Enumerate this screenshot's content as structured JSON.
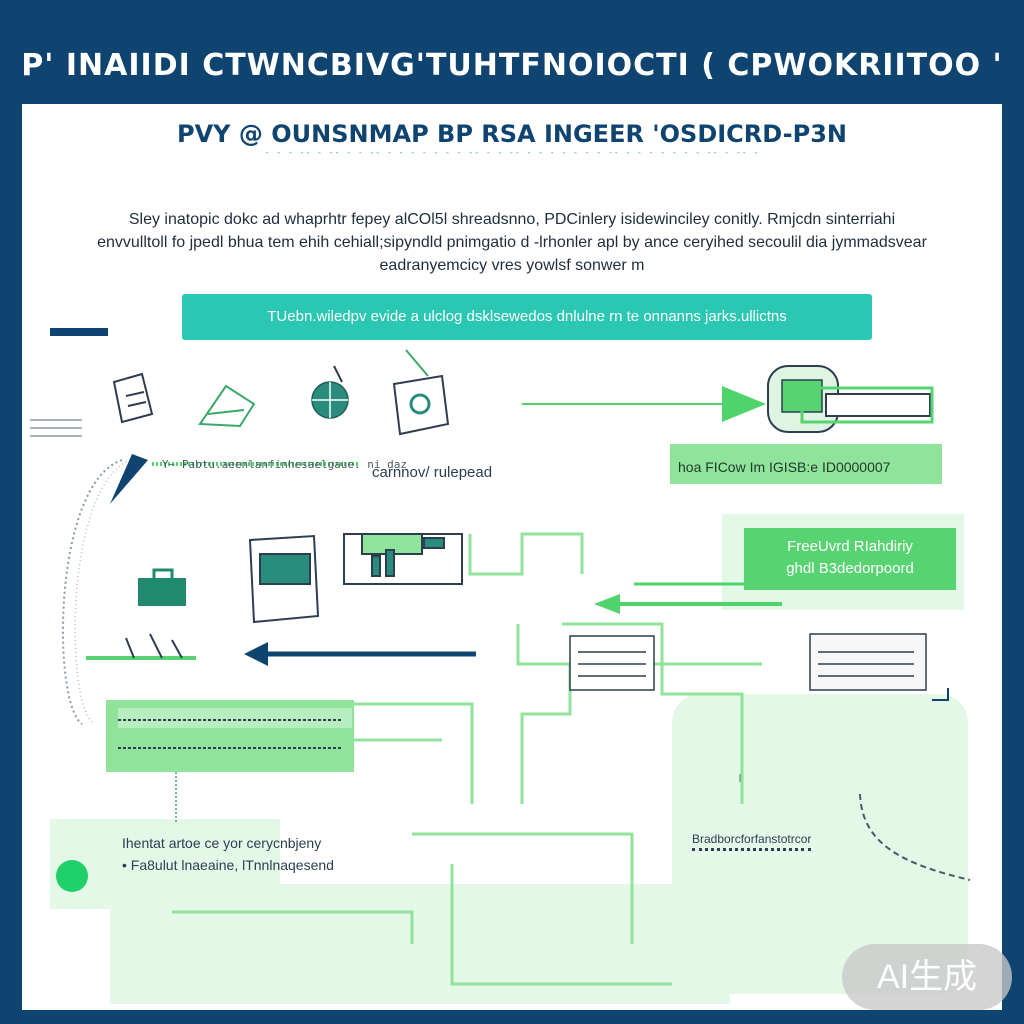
{
  "header": {
    "title": "P' INAIIDI CTWNCBIVG'TUHTFNOIOCTI ( CPWOKRIITOO '"
  },
  "panel": {
    "subtitle": "PVY @ OUNSNMAP BP RSA INGEER 'OSDICRD-P3N",
    "subnote": "- - - -- - -- - - -- - - - - - - - -- - - -- -   - - - - - - -- - - - - - - - -- - -- -",
    "paragraph": "Sley inatopic dokc ad whaprhtr fepey alCOl5l shreadsnno, PDCinlery isidewinciley conitly. Rmjcdn sinterriahi envvulltoll fo jpedl bhua tem ehih cehiall;sipyndld pnimgatio d -lrhonler apl by ance ceryihed secoulil dia jymmadsvear eadranyemcicy vres yowlsf sonwer m",
    "banner": "TUebn.wiledpv evide a ulclog dsklsewedos  dnlulne  rn te onnanns  jarks.ullictns",
    "label_middle_left": "carnnov/ rulepead",
    "label_top_right": "hoa FICow Im IGISB:e ID0000007",
    "box_right": {
      "line1": "FreeUvrd RIahdiriy",
      "line2": "ghdl B3dedorpoord"
    },
    "label_bottom_left": {
      "line1": "Ihentat artoe ce yor cerycnbjeny",
      "line2": "• Fa8ulut lnaeaine, lTnnlnaqesend"
    },
    "label_bottom_right": "Bradborcforfanstotrcor",
    "ticker_left": "Y~ Pabtu.aeenlanfinhesaelgaue. ni daz"
  },
  "watermark": "AI生成",
  "colors": {
    "navy": "#0f4470",
    "teal": "#2ac8b2",
    "green": "#58d372",
    "light_green": "#8fe39a",
    "pale_green": "#e4f8e8"
  }
}
